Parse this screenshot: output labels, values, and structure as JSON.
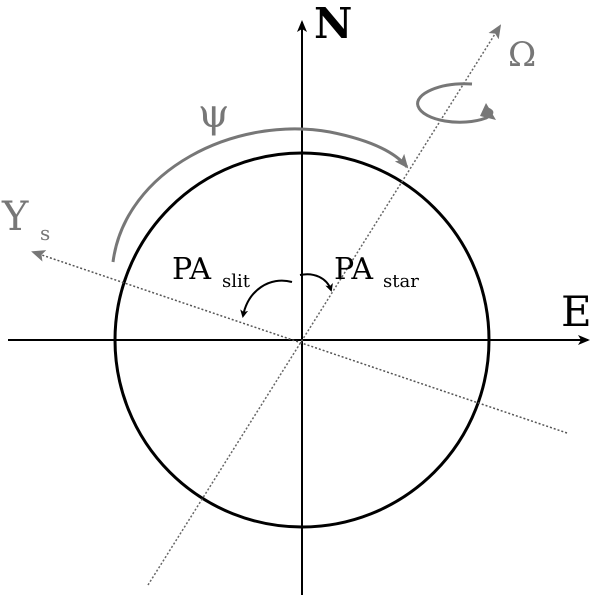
{
  "labels": {
    "north": "N",
    "east": "E",
    "omega": "Ω",
    "psi": "ψ",
    "ys_main": "Y",
    "ys_sub": "s",
    "pa_slit_main": "PA",
    "pa_slit_sub": "slit",
    "pa_star_main": "PA",
    "pa_star_sub": "star"
  },
  "colors": {
    "axes": "#000000",
    "circle": "#000000",
    "gray": "#777777",
    "dotted_line": "#555555"
  }
}
